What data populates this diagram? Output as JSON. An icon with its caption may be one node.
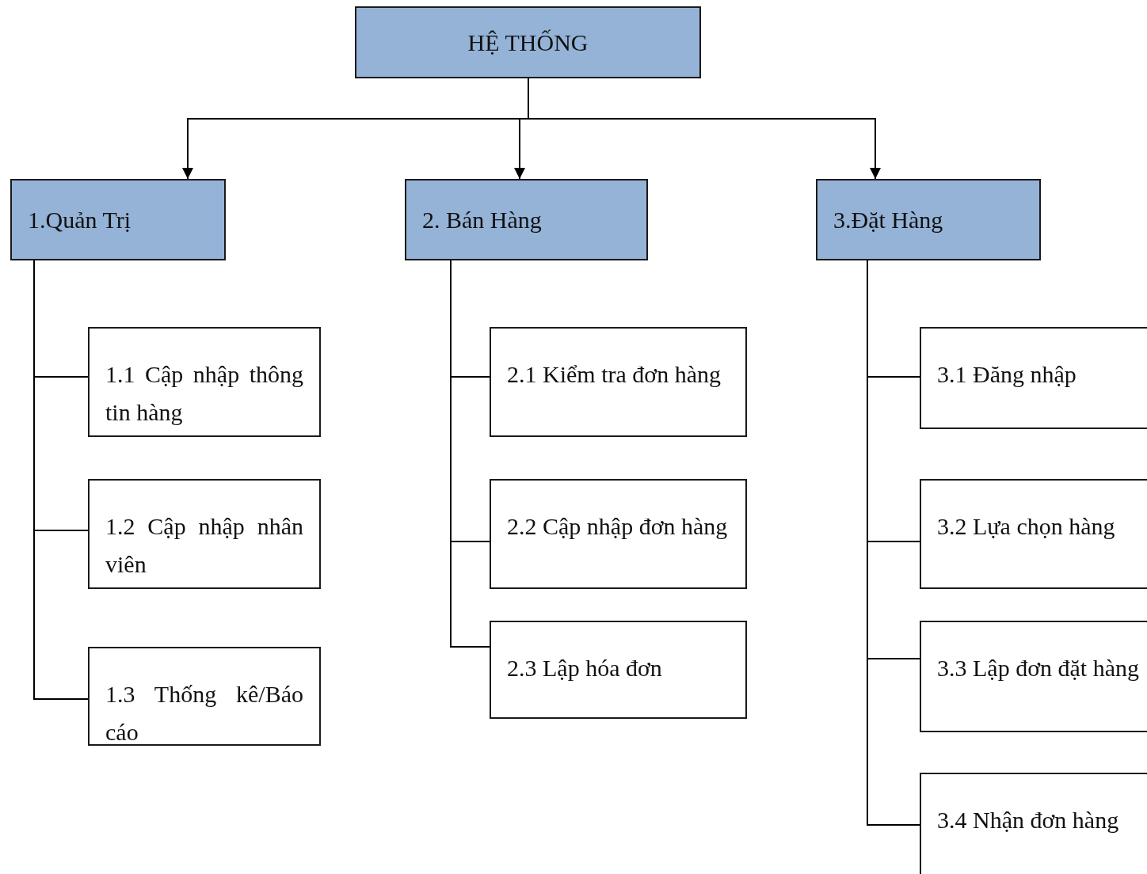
{
  "diagram": {
    "nodes": [
      {
        "text": [
          "HỆ THỐNG"
        ]
      },
      {
        "text": [
          "1.Quản Trị"
        ]
      },
      {
        "text": [
          "2. Bán Hàng"
        ]
      },
      {
        "text": [
          "3.Đặt Hàng"
        ]
      },
      {
        "text": [
          "1.1 Cập nhập thông tin hàng"
        ]
      },
      {
        "text": [
          "1.2 Cập nhập nhân viên"
        ]
      },
      {
        "text": [
          "1.3 Thống kê/Báo cáo"
        ]
      },
      {
        "text": [
          "2.1 Kiểm tra đơn hàng"
        ]
      },
      {
        "text": [
          "2.2 Cập nhập đơn hàng"
        ]
      },
      {
        "text": [
          "2.3 Lập hóa đơn"
        ]
      },
      {
        "text": [
          "3.1 Đăng nhập"
        ]
      },
      {
        "text": [
          "3.2 Lựa chọn hàng"
        ]
      },
      {
        "text": [
          "3.3 Lập đơn đặt hàng"
        ]
      },
      {
        "text": [
          "3.4 Nhận đơn hàng"
        ]
      }
    ],
    "edges": [
      {
        "from": 0,
        "to": 1,
        "arrow": "to"
      },
      {
        "from": 0,
        "to": 2,
        "arrow": "to"
      },
      {
        "from": 0,
        "to": 3,
        "arrow": "to"
      },
      {
        "from": 1,
        "to": 4,
        "arrow": "none"
      },
      {
        "from": 1,
        "to": 5,
        "arrow": "none"
      },
      {
        "from": 1,
        "to": 6,
        "arrow": "none"
      },
      {
        "from": 2,
        "to": 7,
        "arrow": "none"
      },
      {
        "from": 2,
        "to": 8,
        "arrow": "none"
      },
      {
        "from": 2,
        "to": 9,
        "arrow": "none"
      },
      {
        "from": 3,
        "to": 10,
        "arrow": "none"
      },
      {
        "from": 3,
        "to": 11,
        "arrow": "none"
      },
      {
        "from": 3,
        "to": 12,
        "arrow": "none"
      },
      {
        "from": 3,
        "to": 13,
        "arrow": "none"
      }
    ]
  }
}
